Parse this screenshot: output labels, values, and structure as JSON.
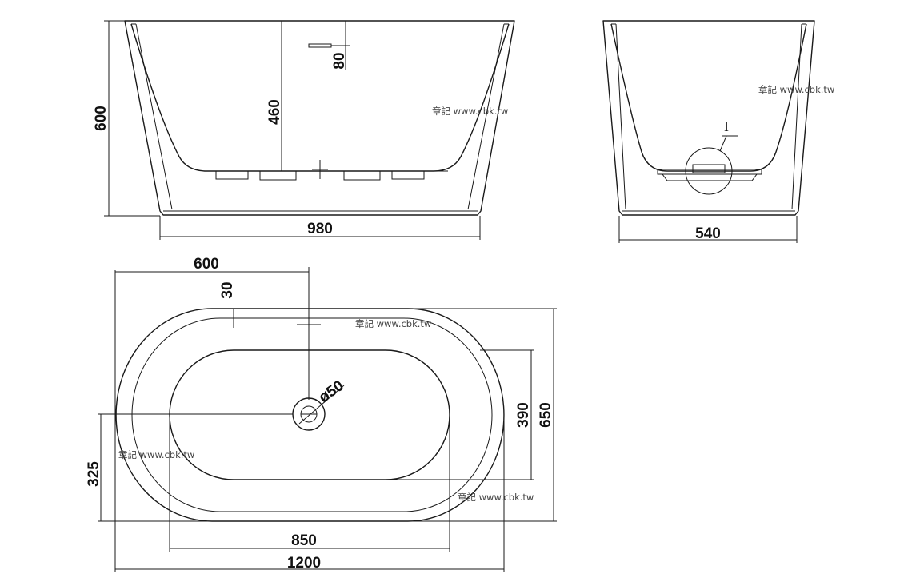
{
  "dimensions": {
    "front_height": "600",
    "inner_depth": "460",
    "overflow_depth": "80",
    "front_width": "980",
    "side_width": "540",
    "top_offset_x": "600",
    "top_offset_rim": "30",
    "drain_diameter": "ø50",
    "inner_width": "390",
    "outer_width": "650",
    "drain_y": "325",
    "inner_length": "850",
    "overall_length": "1200"
  },
  "detail_label": "I",
  "watermark": "章記 www.cbk.tw"
}
